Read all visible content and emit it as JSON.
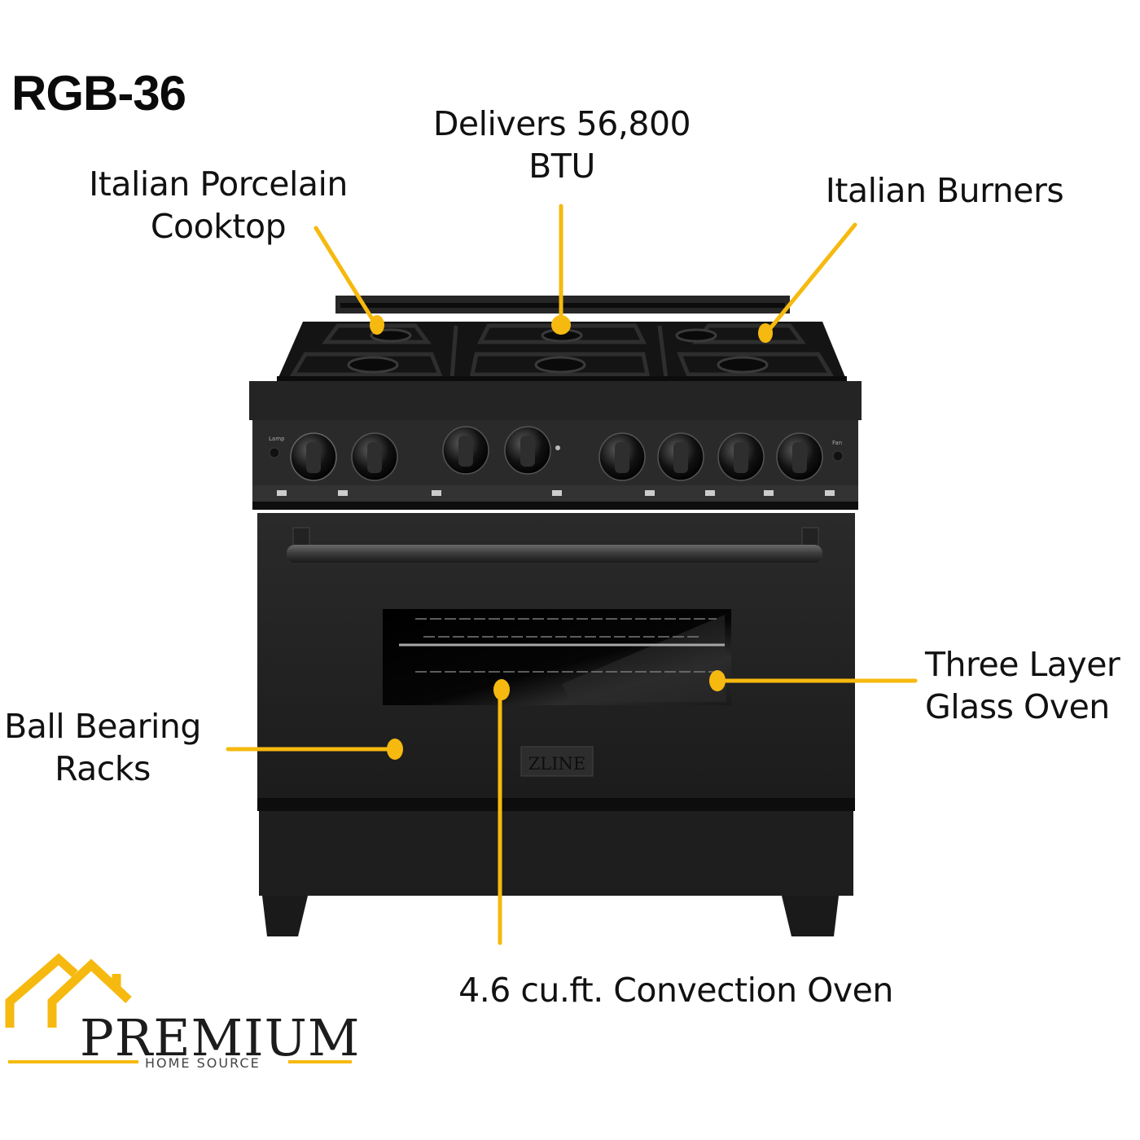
{
  "header": {
    "model": "RGB-36"
  },
  "callouts": [
    {
      "id": "porcelain",
      "label_lines": [
        "Italian Porcelain",
        "Cooktop"
      ]
    },
    {
      "id": "btu",
      "label_lines": [
        "Delivers 56,800",
        "BTU"
      ]
    },
    {
      "id": "burners",
      "label_lines": [
        "Italian Burners"
      ]
    },
    {
      "id": "glass",
      "label_lines": [
        "Three Layer",
        "Glass Oven"
      ]
    },
    {
      "id": "racks",
      "label_lines": [
        "Ball Bearing",
        "Racks"
      ]
    },
    {
      "id": "convection",
      "label_lines": [
        "4.6 cu.ft. Convection Oven"
      ]
    }
  ],
  "product": {
    "brand_badge": "ZLINE",
    "panel_labels": {
      "left": "Lamp",
      "right": "Fan"
    },
    "knob_count": 8
  },
  "logo": {
    "word": "PREMIUM",
    "sub": "HOME SOURCE"
  },
  "colors": {
    "accent": "#F6B90F",
    "range_body": "#1e1e1e",
    "text": "#111111"
  }
}
